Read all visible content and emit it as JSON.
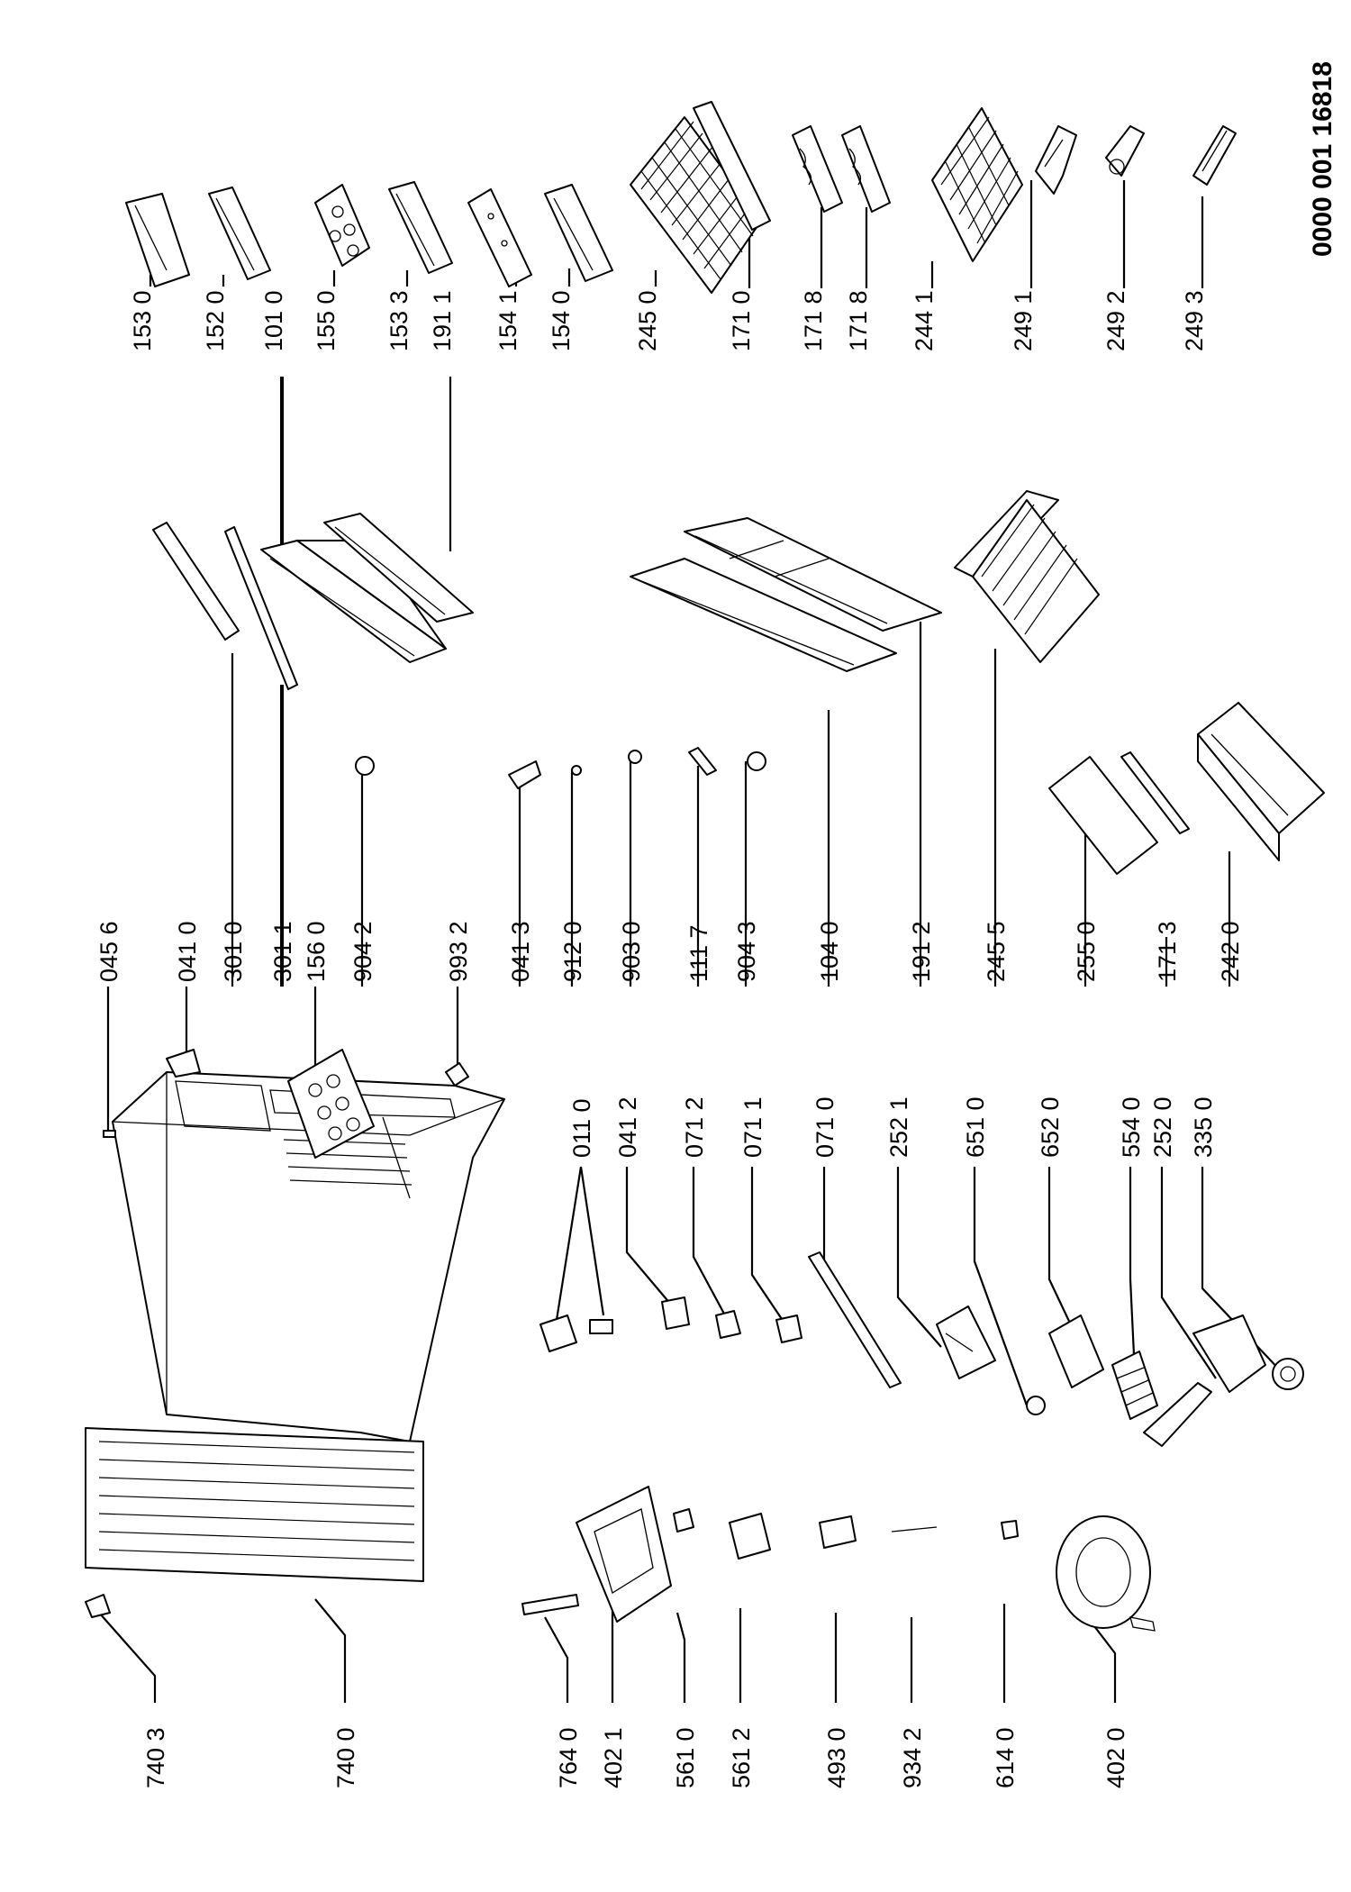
{
  "document_number": "0000 001 16818",
  "parts": [
    {
      "code": "153 0"
    },
    {
      "code": "152 0"
    },
    {
      "code": "101 0"
    },
    {
      "code": "155 0"
    },
    {
      "code": "153 3"
    },
    {
      "code": "191 1"
    },
    {
      "code": "154 1"
    },
    {
      "code": "154 0"
    },
    {
      "code": "245 0"
    },
    {
      "code": "171 0"
    },
    {
      "code": "171 8"
    },
    {
      "code": "171 8"
    },
    {
      "code": "244 1"
    },
    {
      "code": "249 1"
    },
    {
      "code": "249 2"
    },
    {
      "code": "249 3"
    },
    {
      "code": "045 6"
    },
    {
      "code": "041 0"
    },
    {
      "code": "301 0"
    },
    {
      "code": "301 1"
    },
    {
      "code": "156 0"
    },
    {
      "code": "904 2"
    },
    {
      "code": "993 2"
    },
    {
      "code": "041 3"
    },
    {
      "code": "912 0"
    },
    {
      "code": "903 0"
    },
    {
      "code": "111 7"
    },
    {
      "code": "904 3"
    },
    {
      "code": "104 0"
    },
    {
      "code": "191 2"
    },
    {
      "code": "245 5"
    },
    {
      "code": "255 0"
    },
    {
      "code": "171 3"
    },
    {
      "code": "242 0"
    },
    {
      "code": "011 0"
    },
    {
      "code": "041 2"
    },
    {
      "code": "071 2"
    },
    {
      "code": "071 1"
    },
    {
      "code": "071 0"
    },
    {
      "code": "252 1"
    },
    {
      "code": "651 0"
    },
    {
      "code": "652 0"
    },
    {
      "code": "554 0"
    },
    {
      "code": "252 0"
    },
    {
      "code": "335 0"
    },
    {
      "code": "740 3"
    },
    {
      "code": "740 0"
    },
    {
      "code": "764 0"
    },
    {
      "code": "402 1"
    },
    {
      "code": "561 0"
    },
    {
      "code": "561 2"
    },
    {
      "code": "493 0"
    },
    {
      "code": "934 2"
    },
    {
      "code": "614 0"
    },
    {
      "code": "402 0"
    }
  ]
}
